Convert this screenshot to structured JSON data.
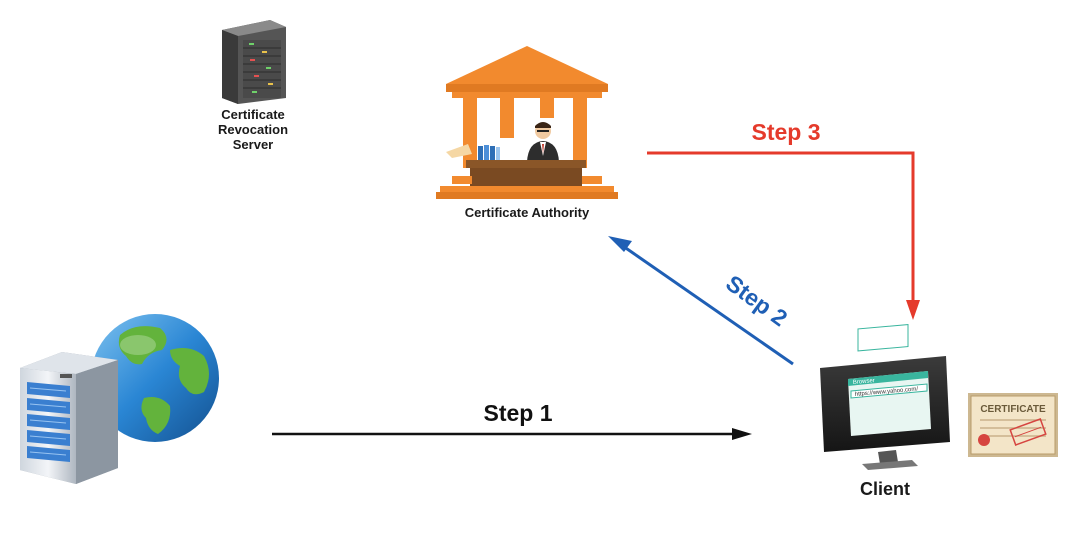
{
  "nodes": {
    "crl_server": {
      "label": "Certificate\nRevocation\nServer"
    },
    "ca": {
      "label": "Certificate Authority"
    },
    "web_server": {
      "label": ""
    },
    "client": {
      "label": "Client"
    },
    "certificate": {
      "label": "CERTIFICATE"
    },
    "browser": {
      "title": "Browser",
      "url": "https://www.yahoo.com/"
    }
  },
  "edges": {
    "step1": {
      "label": "Step 1",
      "color": "#111111"
    },
    "step2": {
      "label": "Step 2",
      "color": "#1f5fb5"
    },
    "step3": {
      "label": "Step 3",
      "color": "#e53a2b"
    }
  },
  "colors": {
    "ca_orange": "#f28a2e",
    "ca_desk": "#7a4a22",
    "globe_blue": "#2a86d4",
    "globe_green": "#63b33c",
    "server_blue": "#3a7fd0",
    "monitor": "#2b2b2b",
    "cert_paper": "#f3e5c8",
    "cert_seal": "#d64540"
  }
}
